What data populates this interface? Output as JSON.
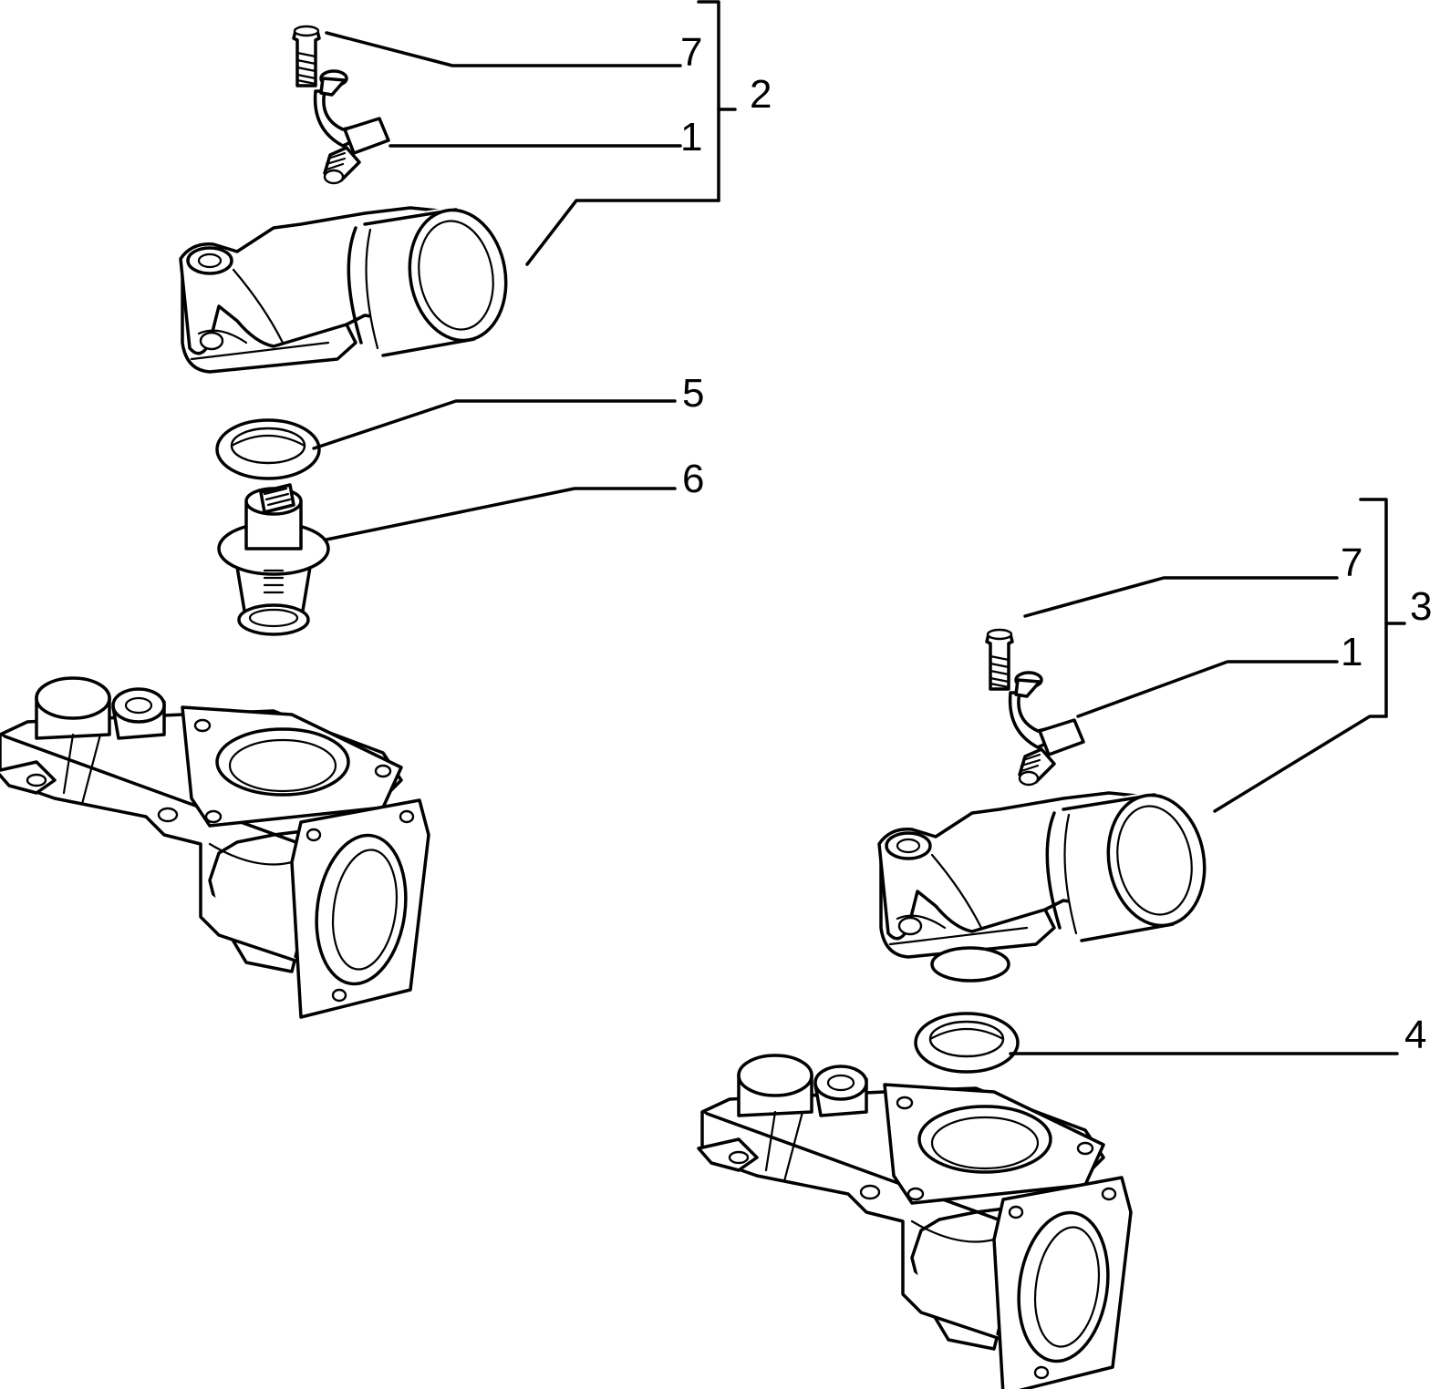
{
  "callouts": {
    "top_group_bracket": "2",
    "top_bolt": "7",
    "top_fitting": "1",
    "top_seal": "5",
    "thermostat": "6",
    "right_group_bracket": "3",
    "right_bolt": "7",
    "right_fitting": "1",
    "right_seal": "4"
  }
}
